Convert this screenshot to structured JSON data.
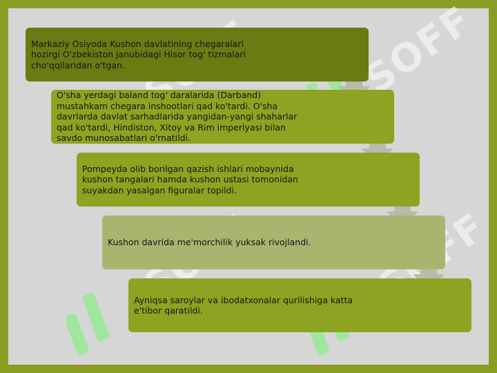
{
  "diagram": {
    "steps": [
      {
        "text": "Markaziy Osiyoda Kushon davlatining chegaralari\nhozirgi O'zbekiston janubidagi Hisor tog' tizmalari\ncho'qqilaridan o'tgan."
      },
      {
        "text": "O'sha yerdagi baland tog' daralarida (Darband)\nmustahkam chegara inshootlari qad ko'tardi. O'sha\ndavrlarda davlat sarhadlarida yangidan-yangi shaharlar\nqad ko'tardi, Hindiston, Xitoy va Rim imperiyasi bilan\nsavdo munosabatlari o'rnatildi."
      },
      {
        "text": "Pompeyda olib borilgan qazish ishlari mobaynida\nkushon tangalari hamda kushon ustasi tomonidan\nsuyakdan yasalgan figuralar topildi."
      },
      {
        "text": "Kushon davrida me'morchilik yuksak rivojlandi."
      },
      {
        "text": "Ayniqsa saroylar va ibodatxonalar qurilishiga katta\ne'tibor qaratildi."
      }
    ]
  },
  "watermark": {
    "text": "SOFF"
  },
  "colors": {
    "frame": "#8b9c22",
    "background": "#d6d6d6",
    "step_dark": "#6c7a13",
    "step": "#8ea321",
    "step_light": "#a9b56f"
  }
}
